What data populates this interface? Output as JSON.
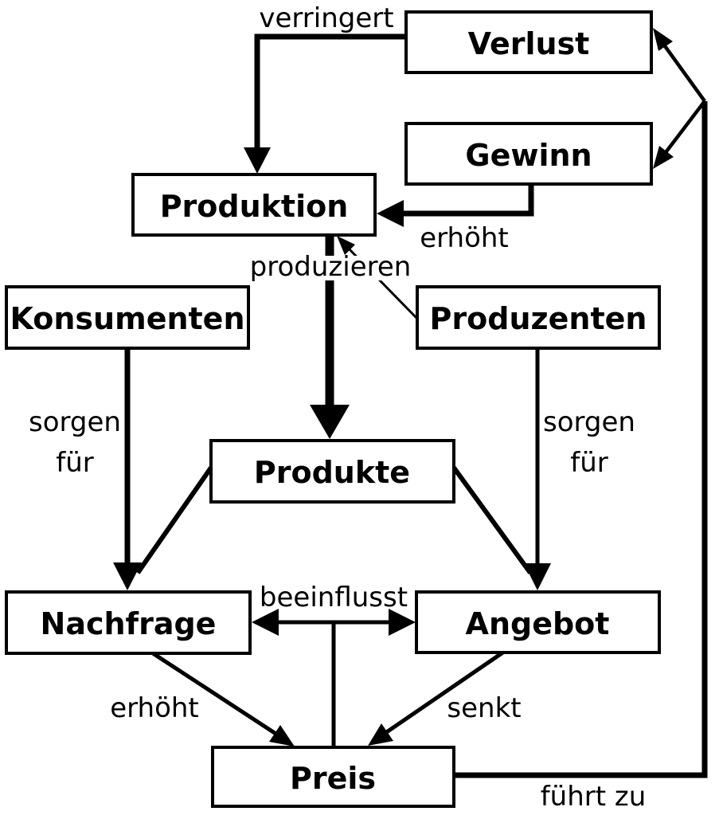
{
  "colors": {
    "background": "#ffffff",
    "line": "#000000",
    "box_fill": "#ffffff",
    "text": "#000000"
  },
  "nodes": {
    "verlust": {
      "label": "Verlust"
    },
    "gewinn": {
      "label": "Gewinn"
    },
    "produktion": {
      "label": "Produktion"
    },
    "konsumenten": {
      "label": "Konsumenten"
    },
    "produzenten": {
      "label": "Produzenten"
    },
    "produkte": {
      "label": "Produkte"
    },
    "nachfrage": {
      "label": "Nachfrage"
    },
    "angebot": {
      "label": "Angebot"
    },
    "preis": {
      "label": "Preis"
    }
  },
  "edges": [
    {
      "from": "Verlust",
      "to": "Produktion",
      "label": "verringert",
      "style": "thick"
    },
    {
      "from": "Gewinn",
      "to": "Produktion",
      "label": "erhöht",
      "style": "thick"
    },
    {
      "from": "Produzenten",
      "to": "Produktion",
      "label": "produzieren",
      "style": "thin"
    },
    {
      "from": "Produktion",
      "to": "Produkte",
      "label": "",
      "style": "extra-thick"
    },
    {
      "from": "Konsumenten",
      "to": "Nachfrage",
      "label": "sorgen für",
      "label_lines": [
        "sorgen",
        "für"
      ],
      "style": "thick"
    },
    {
      "from": "Produkte",
      "to": "Nachfrage",
      "label": "",
      "style": "medium"
    },
    {
      "from": "Produzenten",
      "to": "Angebot",
      "label": "sorgen für",
      "label_lines": [
        "sorgen",
        "für"
      ],
      "style": "medium"
    },
    {
      "from": "Produkte",
      "to": "Angebot",
      "label": "",
      "style": "medium"
    },
    {
      "from": "Nachfrage",
      "to": "Angebot",
      "label": "beeinflusst",
      "bidirectional": true,
      "style": "medium"
    },
    {
      "from": "Preis",
      "to": "beeinflusst-Pfeil",
      "label": "",
      "style": "medium"
    },
    {
      "from": "Nachfrage",
      "to": "Preis",
      "label": "erhöht",
      "style": "medium"
    },
    {
      "from": "Angebot",
      "to": "Preis",
      "label": "senkt",
      "style": "medium"
    },
    {
      "from": "Preis",
      "to": "Verlust / Gewinn",
      "label": "führt zu",
      "style": "thick"
    }
  ]
}
